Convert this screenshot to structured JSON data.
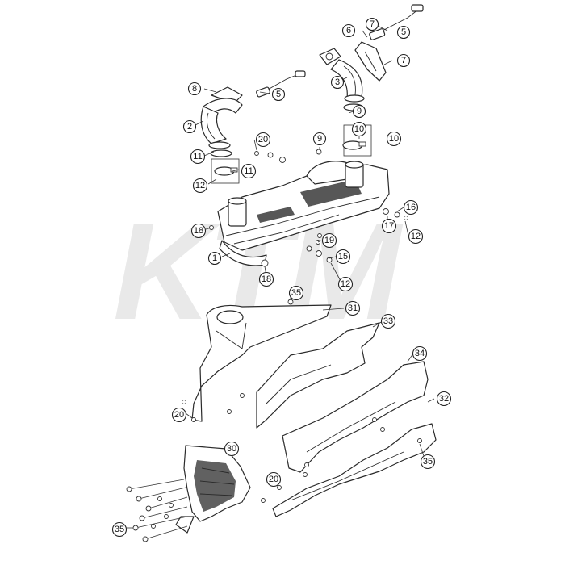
{
  "watermark": {
    "text": "KTM",
    "color": "#e9e9e9"
  },
  "callouts": [
    {
      "label": "7"
    },
    {
      "label": "5"
    },
    {
      "label": "6"
    },
    {
      "label": "7"
    },
    {
      "label": "8"
    },
    {
      "label": "5"
    },
    {
      "label": "3"
    },
    {
      "label": "2"
    },
    {
      "label": "11"
    },
    {
      "label": "9"
    },
    {
      "label": "10"
    },
    {
      "label": "11"
    },
    {
      "label": "12"
    },
    {
      "label": "20"
    },
    {
      "label": "9"
    },
    {
      "label": "10"
    },
    {
      "label": "16"
    },
    {
      "label": "17"
    },
    {
      "label": "12"
    },
    {
      "label": "18"
    },
    {
      "label": "19"
    },
    {
      "label": "1"
    },
    {
      "label": "15"
    },
    {
      "label": "18"
    },
    {
      "label": "12"
    },
    {
      "label": "35"
    },
    {
      "label": "31"
    },
    {
      "label": "33"
    },
    {
      "label": "34"
    },
    {
      "label": "32"
    },
    {
      "label": "20"
    },
    {
      "label": "30"
    },
    {
      "label": "20"
    },
    {
      "label": "35"
    },
    {
      "label": "35"
    }
  ]
}
